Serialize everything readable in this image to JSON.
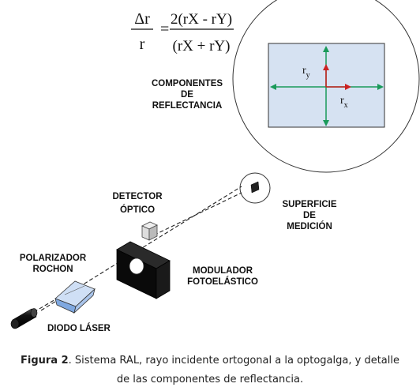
{
  "formula": {
    "lhs_num": "Δr",
    "lhs_den": "r",
    "equals": "=",
    "rhs_num": "2(rX - rY)",
    "rhs_den": "(rX + rY)"
  },
  "labels": {
    "componentes_line1": "COMPONENTES",
    "componentes_line2": "DE",
    "componentes_line3": "REFLECTANCIA",
    "detector_line1": "DETECTOR",
    "detector_line2": "ÓPTICO",
    "superficie_line1": "SUPERFICIE",
    "superficie_line2": "DE",
    "superficie_line3": "MEDICIÓN",
    "polarizador_line1": "POLARIZADOR",
    "polarizador_line2": "ROCHON",
    "modulador_line1": "MODULADOR",
    "modulador_line2": "FOTOELÁSTICO",
    "diodo": "DIODO LÁSER",
    "ry": "r",
    "ry_sub": "y",
    "rx": "r",
    "rx_sub": "x"
  },
  "caption": {
    "figure_label": "Figura 2",
    "line1_text": ". Sistema RAL, rayo incidente ortogonal a la optogalga, y detalle",
    "line2_text": "de las componentes de reflectancia."
  },
  "colors": {
    "axis_green": "#1a9a5a",
    "vector_red": "#cc2222",
    "surface_fill": "#d6e2f2",
    "prism_blue": "#7fa8e0"
  }
}
